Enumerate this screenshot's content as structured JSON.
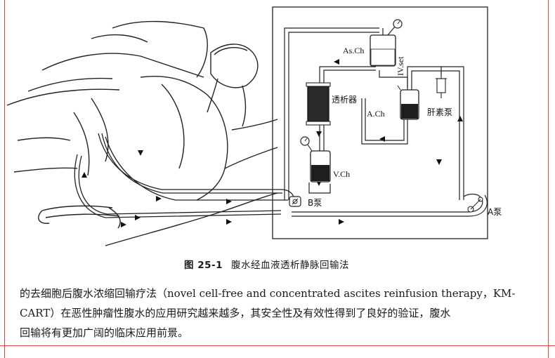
{
  "figure": {
    "labels": {
      "as_ch": "As.Ch",
      "iv_set": "IV.set",
      "dialyzer": "透析器",
      "a_ch": "A.Ch",
      "heparin_pump": "肝素泵",
      "v_ch": "V.Ch",
      "b_pump": "B泵",
      "a_pump": "A泵"
    },
    "caption": {
      "number": "图 25-1",
      "title": "腹水经血液透析静脉回输法"
    }
  },
  "body": {
    "lines": [
      "的去细胞后腹水浓缩回输疗法（novel cell-free and concentrated ascites reinfusion therapy，KM-",
      "CART）在恶性肿瘤性腹水的应用研究越来越多，其安全性及有效性得到了良好的验证，腹水",
      "回输将有更加广阔的临床应用前景。"
    ]
  }
}
